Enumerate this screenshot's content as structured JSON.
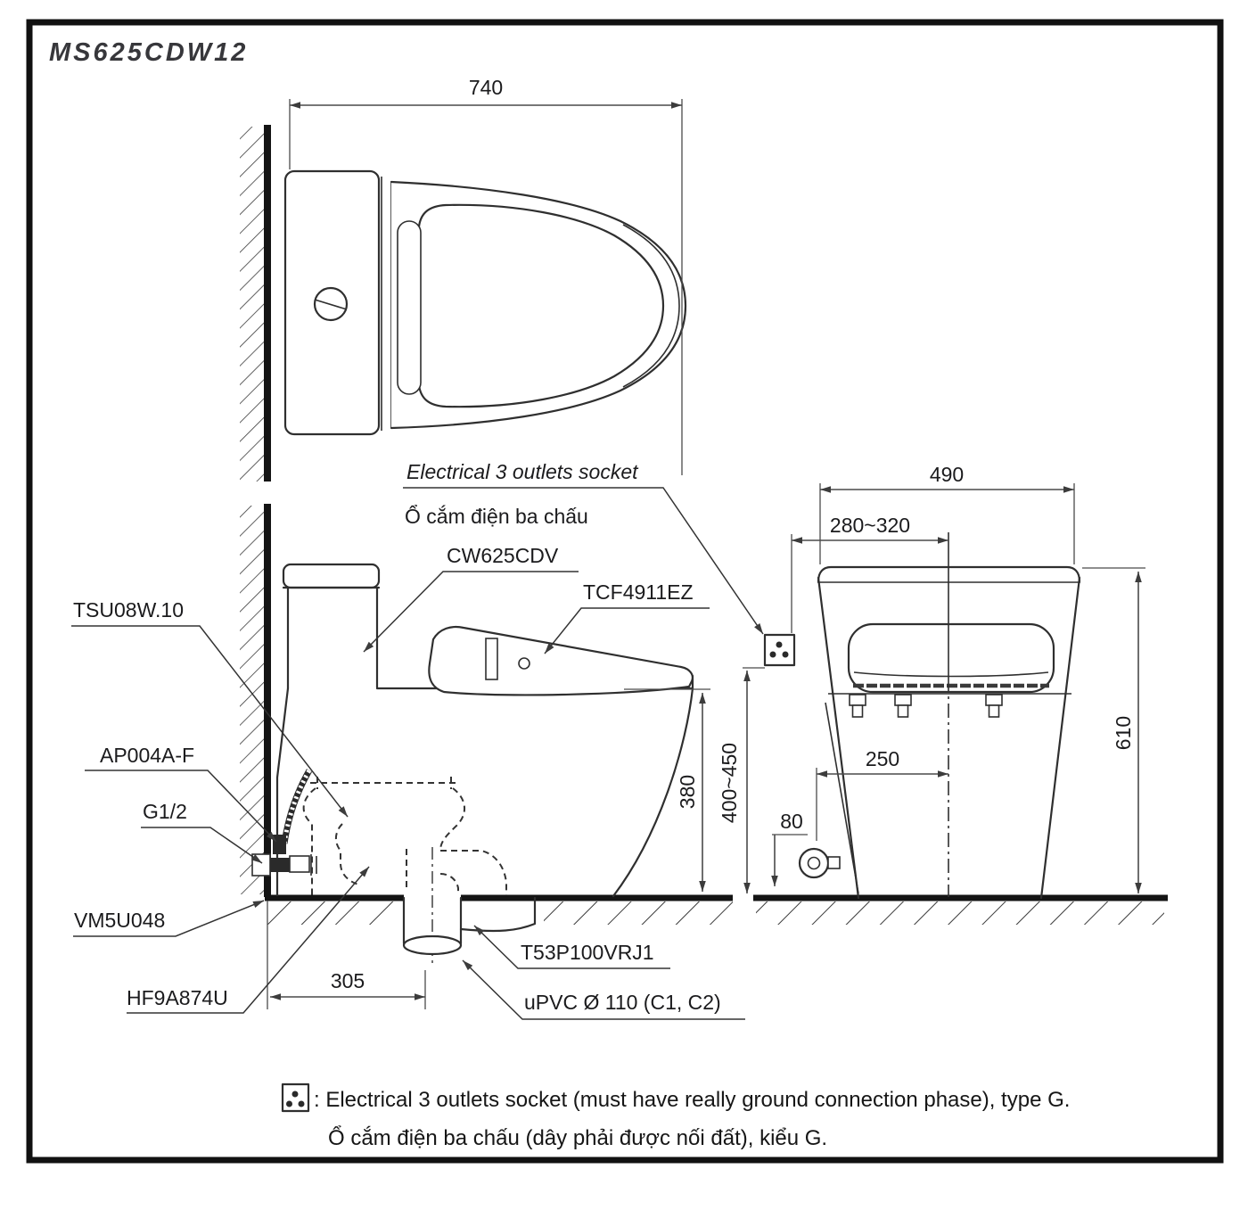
{
  "title": "MS625CDW12",
  "colors": {
    "line": "#2f2f2f",
    "heavy_line": "#141414",
    "dimension": "#4a4a4a",
    "text": "#1b1b1d",
    "background": "#ffffff"
  },
  "icons": {
    "socket_symbol": "three-dot-socket",
    "note_socket_symbol": "three-dot-socket"
  },
  "labels": {
    "socket_callout_en": "Electrical 3 outlets socket",
    "socket_callout_vi": "Ổ cắm điện ba chấu",
    "bowl_model": "CW625CDV",
    "washlet_model": "TCF4911EZ",
    "supply_hose": "TSU08W.10",
    "angle_valve": "AP004A-F",
    "thread_size": "G1/2",
    "joint": "VM5U048",
    "flange": "HF9A874U",
    "drain_joint": "T53P100VRJ1",
    "drain_pipe": "uPVC Ø 110 (C1, C2)"
  },
  "dimensions": {
    "top_width": "740",
    "rough_in": "305",
    "rim_height": "380",
    "socket_height": "400~450",
    "front_width": "490",
    "socket_offset": "280~320",
    "supply_offset": "250",
    "supply_height": "80",
    "total_height": "610"
  },
  "note": {
    "en": ": Electrical 3 outlets socket (must have really ground connection phase), type G.",
    "vi": "Ổ cắm điện ba chấu (dây phải được nối đất), kiểu G."
  }
}
